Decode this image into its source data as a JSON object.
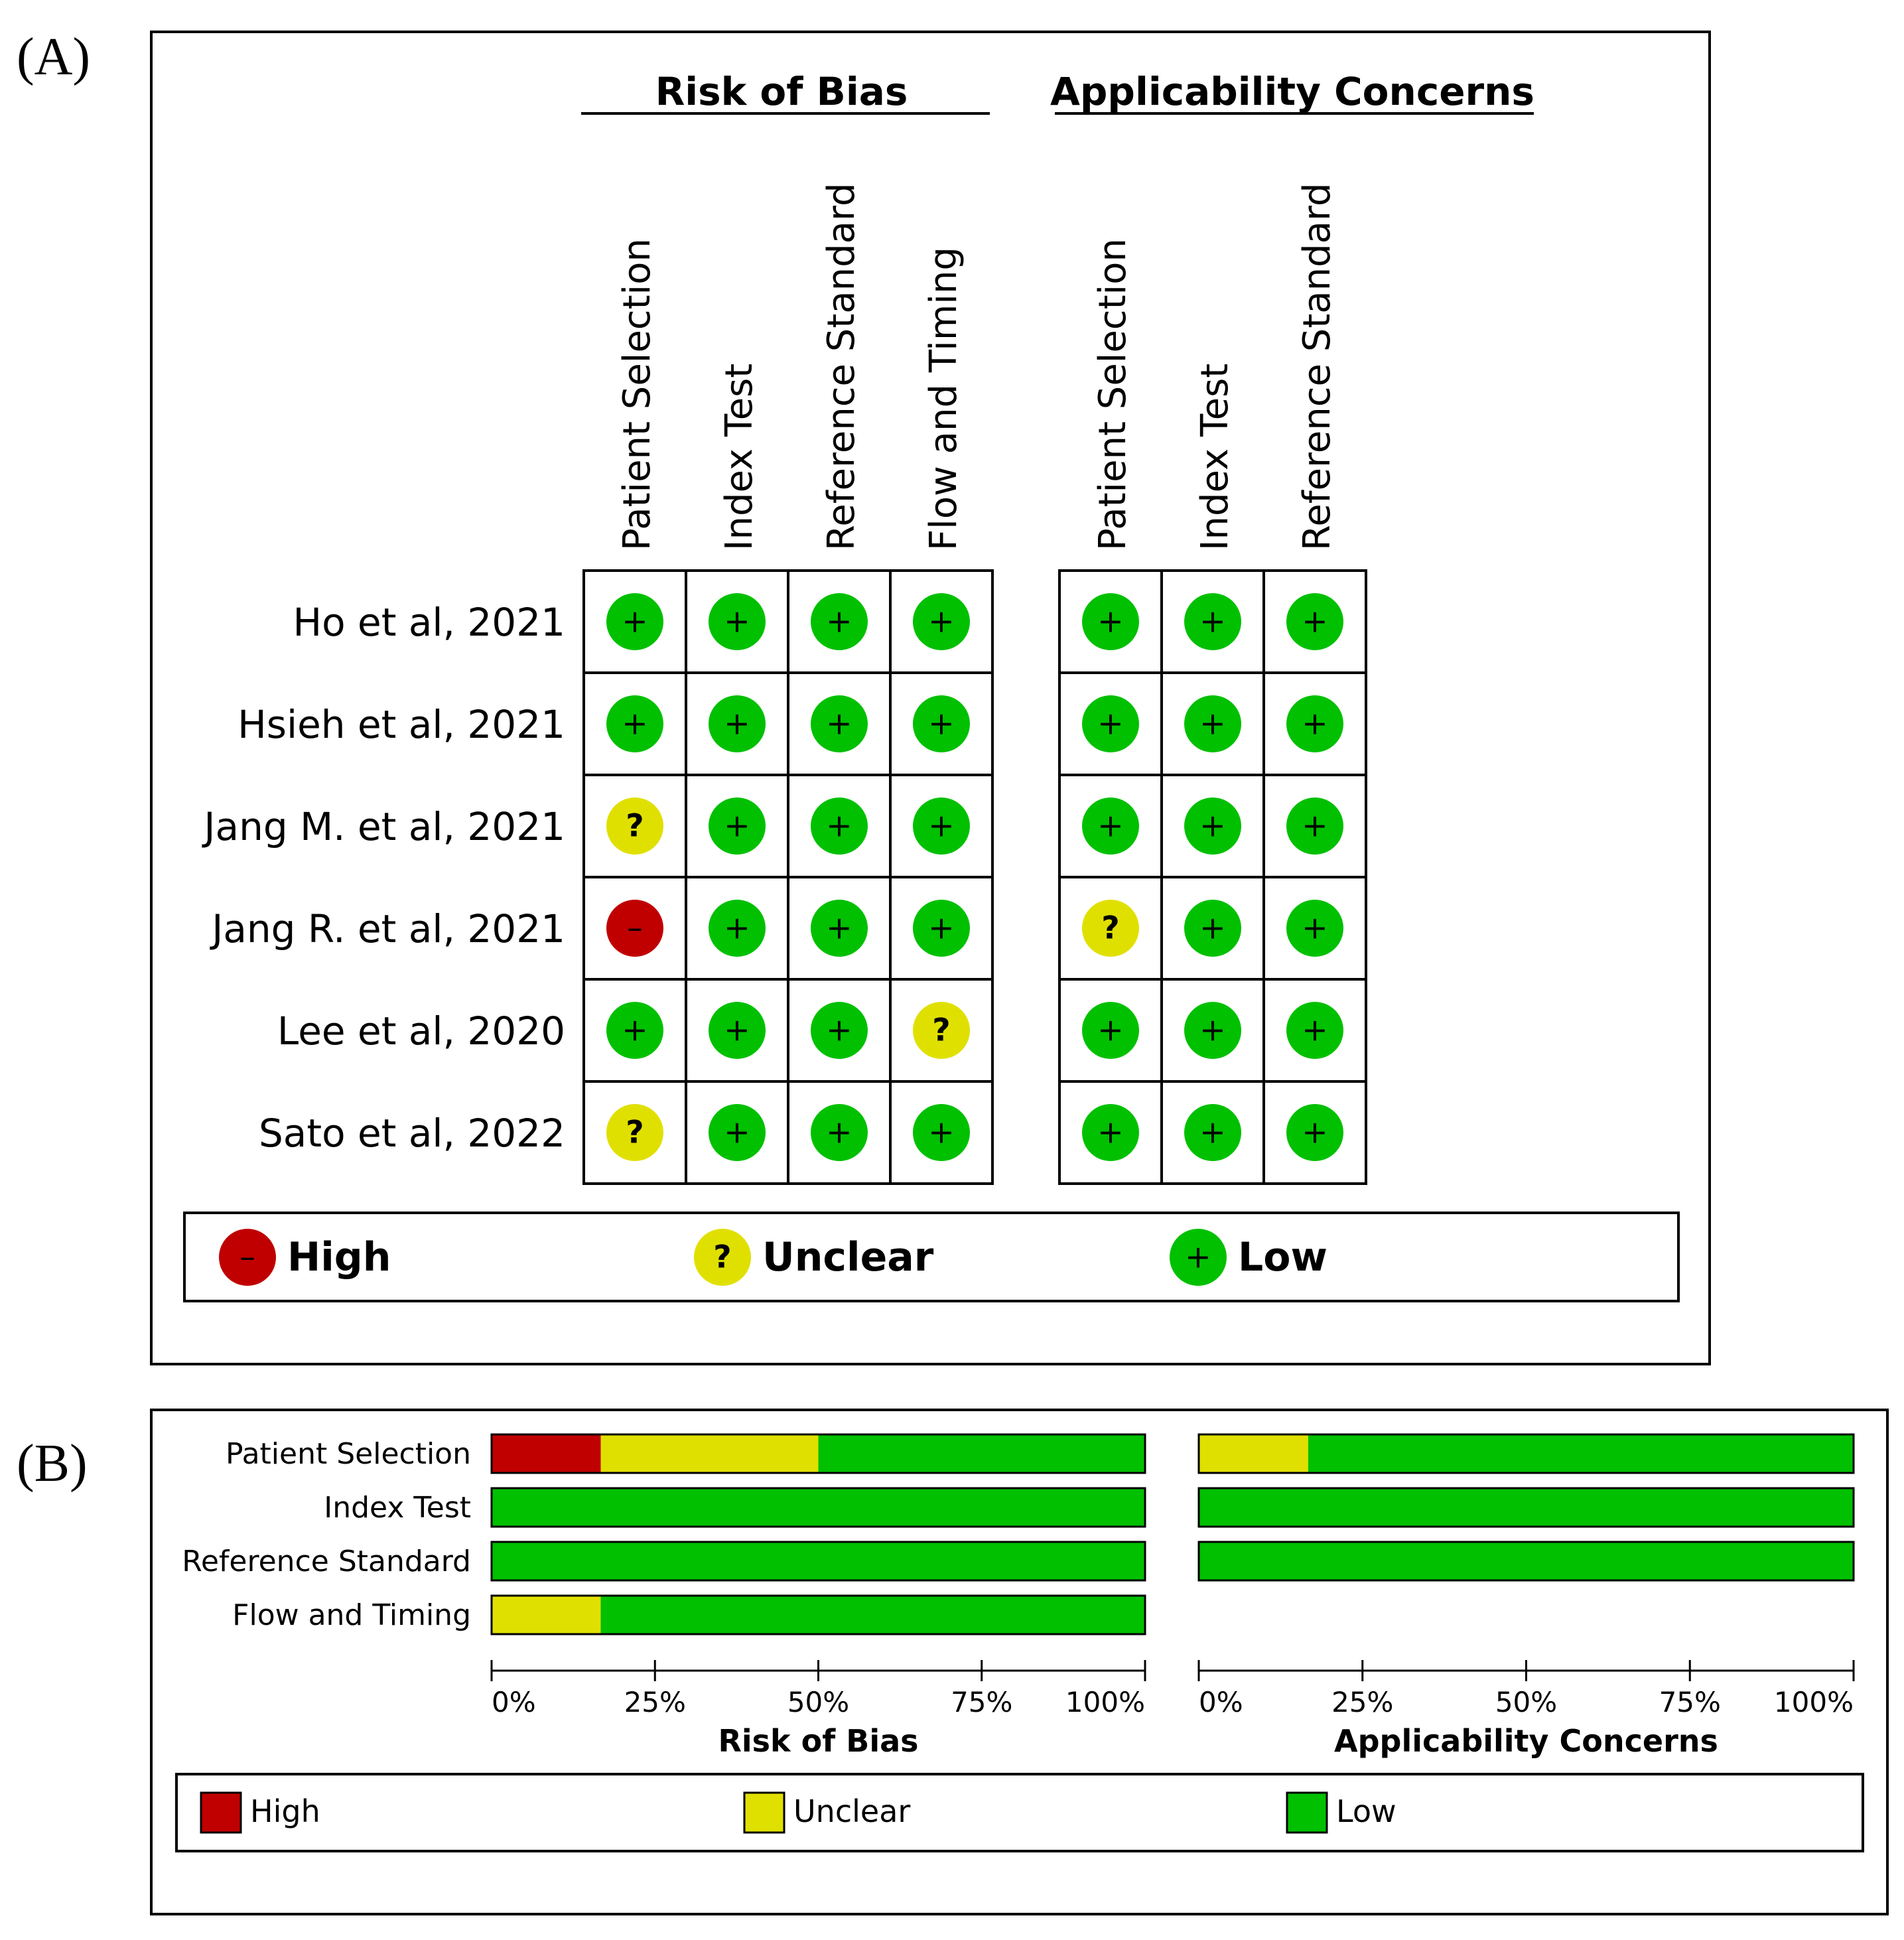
{
  "panel_labels": {
    "a": "(A)",
    "b": "(B)"
  },
  "colors": {
    "high": "#c00000",
    "unclear": "#e0e000",
    "low": "#00c000",
    "border": "#000000"
  },
  "panel_a": {
    "rob_title": "Risk of Bias",
    "ac_title": "Applicability Concerns",
    "rob_columns": [
      "Patient Selection",
      "Index Test",
      "Reference Standard",
      "Flow and Timing"
    ],
    "ac_columns": [
      "Patient Selection",
      "Index Test",
      "Reference Standard"
    ],
    "studies": [
      {
        "label": "Ho et al, 2021",
        "rob": [
          "low",
          "low",
          "low",
          "low"
        ],
        "ac": [
          "low",
          "low",
          "low"
        ]
      },
      {
        "label": "Hsieh et al, 2021",
        "rob": [
          "low",
          "low",
          "low",
          "low"
        ],
        "ac": [
          "low",
          "low",
          "low"
        ]
      },
      {
        "label": "Jang M. et al, 2021",
        "rob": [
          "unclear",
          "low",
          "low",
          "low"
        ],
        "ac": [
          "low",
          "low",
          "low"
        ]
      },
      {
        "label": "Jang R. et al, 2021",
        "rob": [
          "high",
          "low",
          "low",
          "low"
        ],
        "ac": [
          "unclear",
          "low",
          "low"
        ]
      },
      {
        "label": "Lee et al, 2020",
        "rob": [
          "low",
          "low",
          "low",
          "unclear"
        ],
        "ac": [
          "low",
          "low",
          "low"
        ]
      },
      {
        "label": "Sato et al, 2022",
        "rob": [
          "unclear",
          "low",
          "low",
          "low"
        ],
        "ac": [
          "low",
          "low",
          "low"
        ]
      }
    ],
    "symbols": {
      "high": "–",
      "unclear": "?",
      "low": "+"
    },
    "legend": [
      {
        "key": "high",
        "label": "High"
      },
      {
        "key": "unclear",
        "label": "Unclear"
      },
      {
        "key": "low",
        "label": "Low"
      }
    ]
  },
  "chart_data": {
    "type": "bar",
    "orientation": "horizontal",
    "stacked": true,
    "unit": "percent",
    "categories": [
      "Patient Selection",
      "Index Test",
      "Reference Standard",
      "Flow and Timing"
    ],
    "xlim": [
      0,
      100
    ],
    "x_ticks": [
      "0%",
      "25%",
      "50%",
      "75%",
      "100%"
    ],
    "panels": [
      {
        "xlabel": "Risk of Bias",
        "series": [
          {
            "name": "High",
            "values": [
              16.7,
              0,
              0,
              0
            ]
          },
          {
            "name": "Unclear",
            "values": [
              33.3,
              0,
              0,
              16.7
            ]
          },
          {
            "name": "Low",
            "values": [
              50,
              100,
              100,
              83.3
            ]
          }
        ]
      },
      {
        "xlabel": "Applicability Concerns",
        "series": [
          {
            "name": "High",
            "values": [
              0,
              0,
              0,
              null
            ]
          },
          {
            "name": "Unclear",
            "values": [
              16.7,
              0,
              0,
              null
            ]
          },
          {
            "name": "Low",
            "values": [
              83.3,
              100,
              100,
              null
            ]
          }
        ]
      }
    ],
    "legend": [
      "High",
      "Unclear",
      "Low"
    ],
    "legend_position": "bottom"
  }
}
